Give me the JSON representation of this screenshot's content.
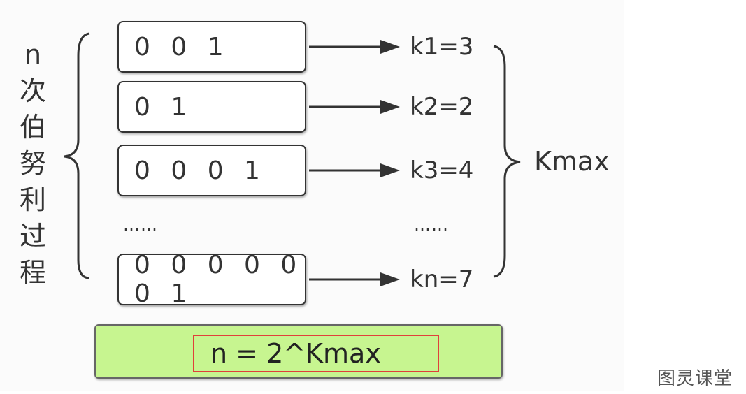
{
  "left_label": [
    "n",
    "次",
    "伯",
    "努",
    "利",
    "过",
    "程"
  ],
  "trials": [
    {
      "sequence": "0 0 1",
      "k_label": "k1=3"
    },
    {
      "sequence": "0 1",
      "k_label": "k2=2"
    },
    {
      "sequence": "0 0 0 1",
      "k_label": "k3=4"
    },
    {
      "sequence": "0 0 0 0 0 0 1",
      "k_label": "kn=7"
    }
  ],
  "ellipsis_left": "……",
  "ellipsis_right": "……",
  "kmax_label": "Kmax",
  "formula": "n = 2^Kmax",
  "watermark": "图灵课堂",
  "colors": {
    "formula_fill": "#c7f590",
    "formula_highlight_border": "#e0403a",
    "stroke": "#333333"
  }
}
